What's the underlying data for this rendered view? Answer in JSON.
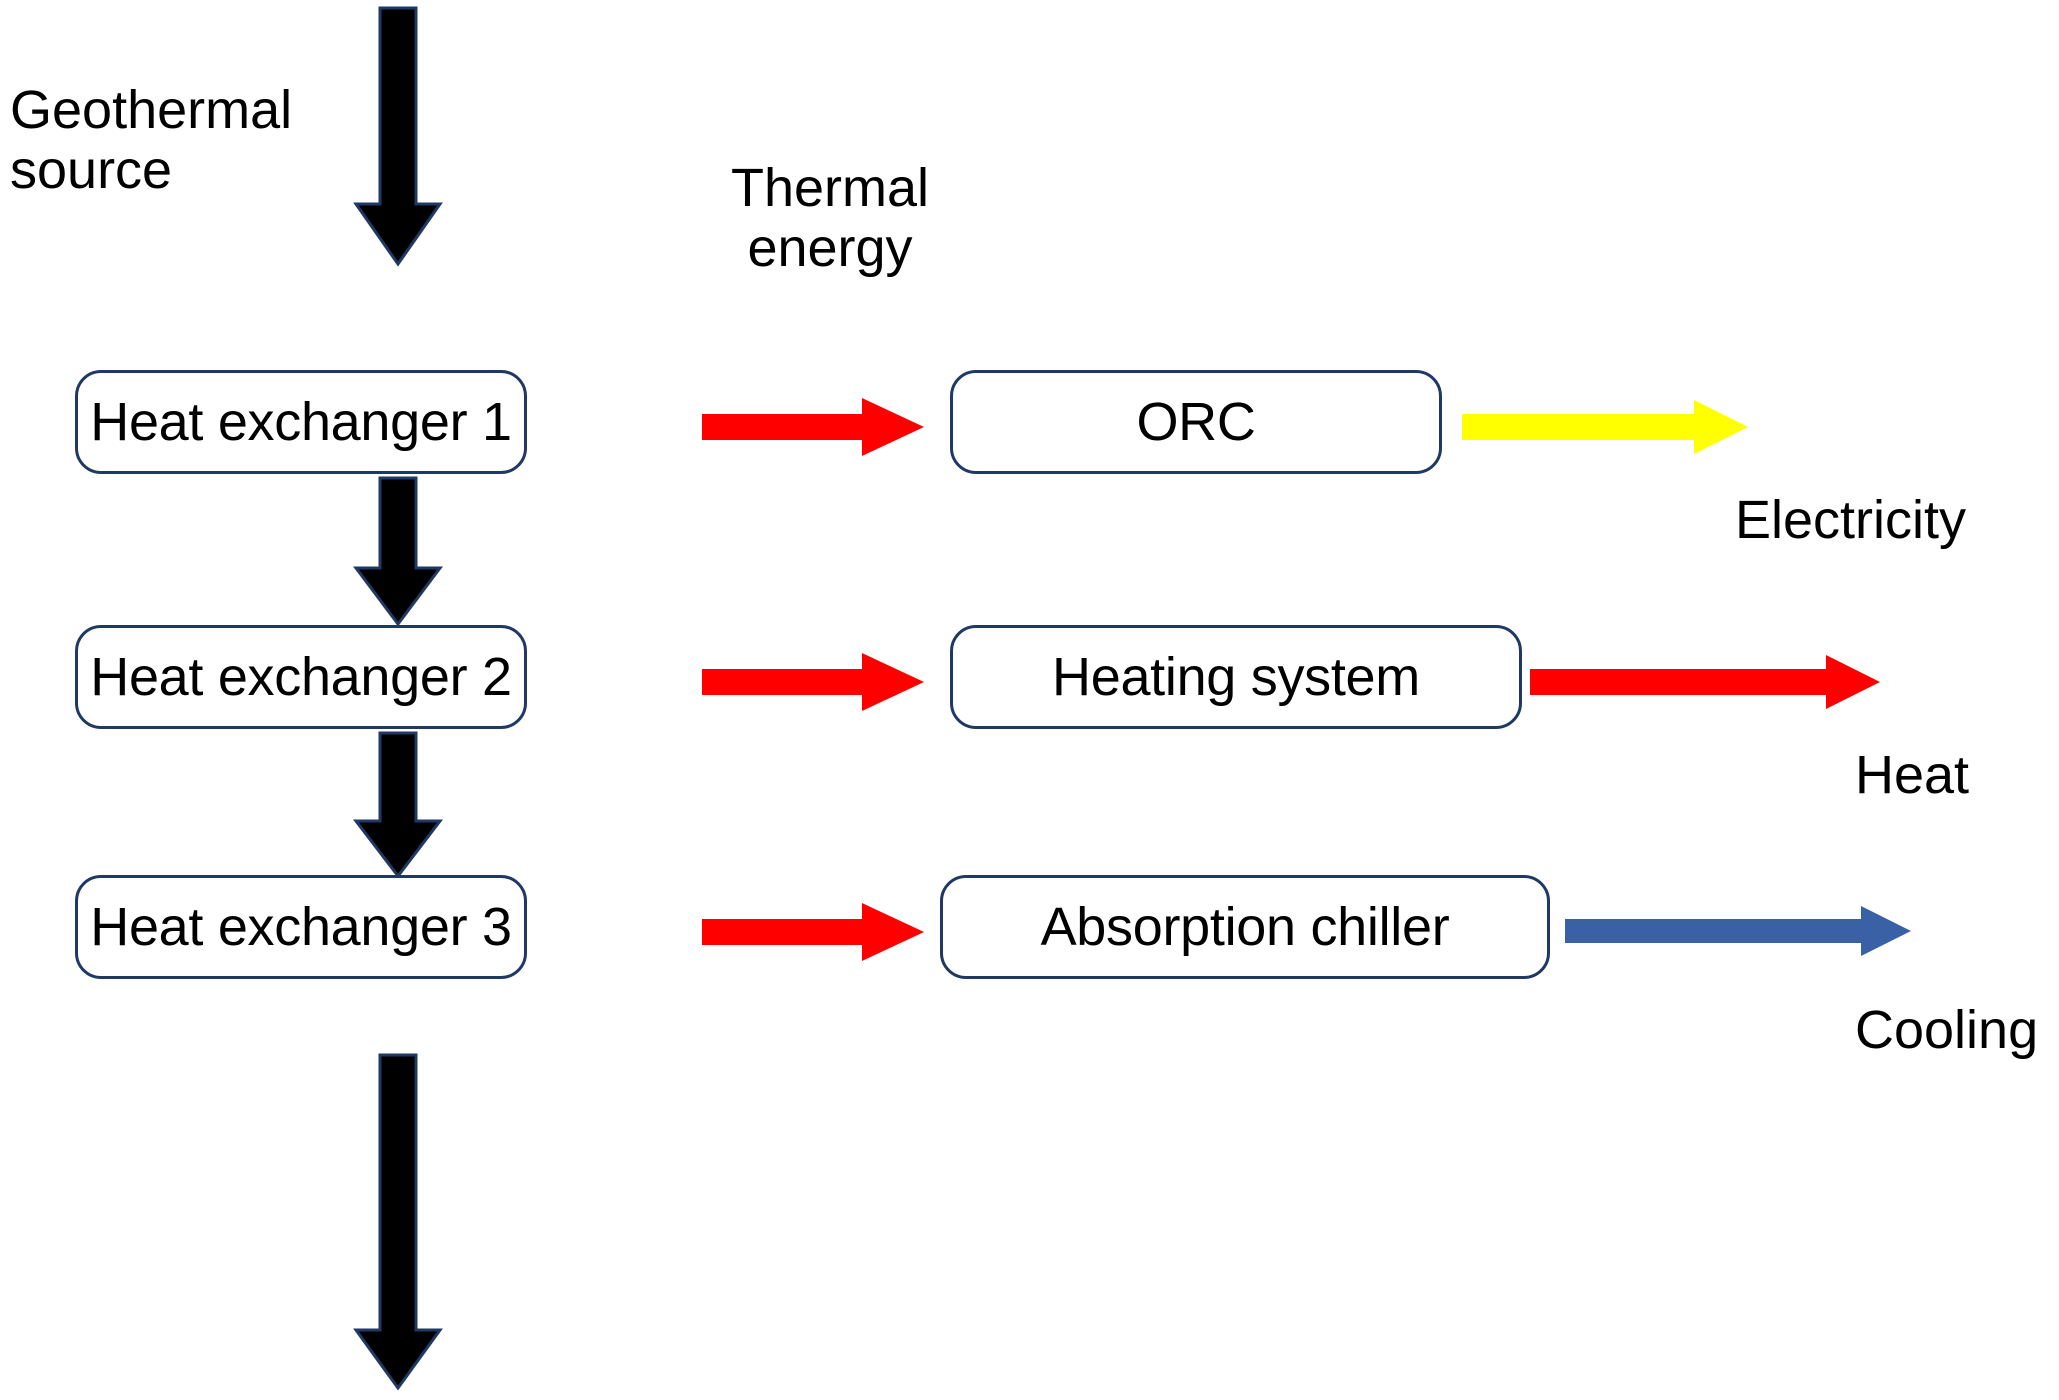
{
  "diagram": {
    "title_text": "",
    "source_label": "Geothermal\nsource",
    "flow_label": "Thermal\nenergy",
    "stages": [
      {
        "id": "stage-1",
        "exchanger_label": "Heat exchanger 1",
        "converter_label": "ORC",
        "transfer_arrow_label": "Thermal energy",
        "transfer_arrow_color": "#FF0000",
        "output_label": "Electricity",
        "output_arrow_color": "#FFFF00"
      },
      {
        "id": "stage-2",
        "exchanger_label": "Heat exchanger 2",
        "converter_label": "Heating system",
        "transfer_arrow_label": "Thermal energy",
        "transfer_arrow_color": "#FF0000",
        "output_label": "Heat",
        "output_arrow_color": "#FF0000"
      },
      {
        "id": "stage-3",
        "exchanger_label": "Heat exchanger 3",
        "converter_label": "Absorption chiller",
        "transfer_arrow_label": "Thermal energy",
        "transfer_arrow_color": "#FF0000",
        "output_label": "Cooling",
        "output_arrow_color": "#3A60A5"
      }
    ],
    "colors": {
      "box_border": "#1F3864",
      "box_fill": "#FFFFFF",
      "flow_arrow": "#000000",
      "flow_arrow_outline": "#1F3864",
      "thermal_arrow": "#FF0000",
      "electricity_arrow": "#FFFF00",
      "heat_arrow": "#FF0000",
      "cooling_arrow": "#3A60A5",
      "text": "#000000",
      "background": "#FFFFFF"
    },
    "icons": {
      "flow_down": "down-arrow-icon",
      "transfer_right": "right-arrow-icon"
    }
  }
}
